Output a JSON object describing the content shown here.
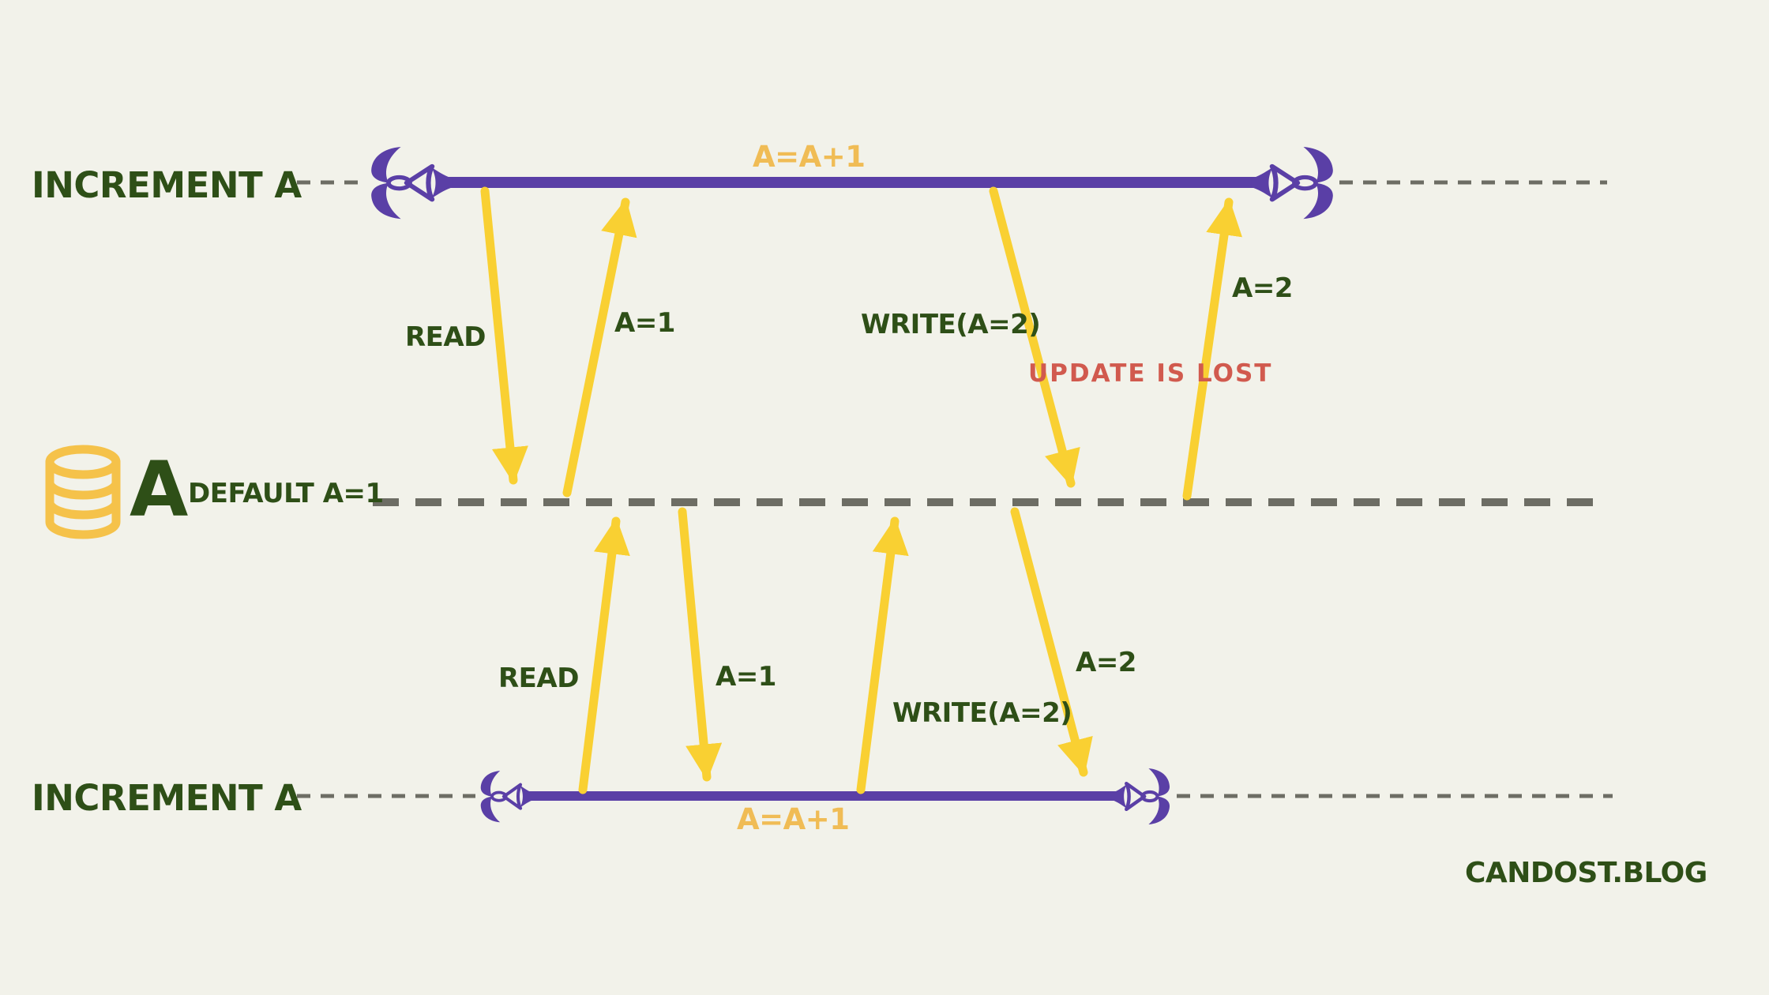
{
  "colors": {
    "background": "#f2f2ea",
    "lifeline_purple": "#5a3fa6",
    "arrow_yellow": "#f9d032",
    "operation_amber": "#f0bc55",
    "text_green": "#2e4f17",
    "alert_red": "#d15a4e",
    "dash_gray": "#6d6d64"
  },
  "top_transaction": {
    "label": "INCREMENT A",
    "operation": "A=A+1",
    "messages": [
      {
        "label": "READ",
        "direction": "down"
      },
      {
        "label": "A=1",
        "direction": "up"
      },
      {
        "label": "WRITE(A=2)",
        "direction": "down"
      },
      {
        "label": "A=2",
        "direction": "up"
      }
    ]
  },
  "database": {
    "icon": "database-cylinder-icon",
    "name": "A",
    "default_value": "DEFAULT A=1"
  },
  "bottom_transaction": {
    "label": "INCREMENT A",
    "operation": "A=A+1",
    "messages": [
      {
        "label": "READ",
        "direction": "up"
      },
      {
        "label": "A=1",
        "direction": "down"
      },
      {
        "label": "WRITE(A=2)",
        "direction": "up"
      },
      {
        "label": "A=2",
        "direction": "down"
      }
    ]
  },
  "annotation": {
    "label": "UPDATE IS LOST"
  },
  "watermark": {
    "label": "CANDOST.BLOG"
  }
}
